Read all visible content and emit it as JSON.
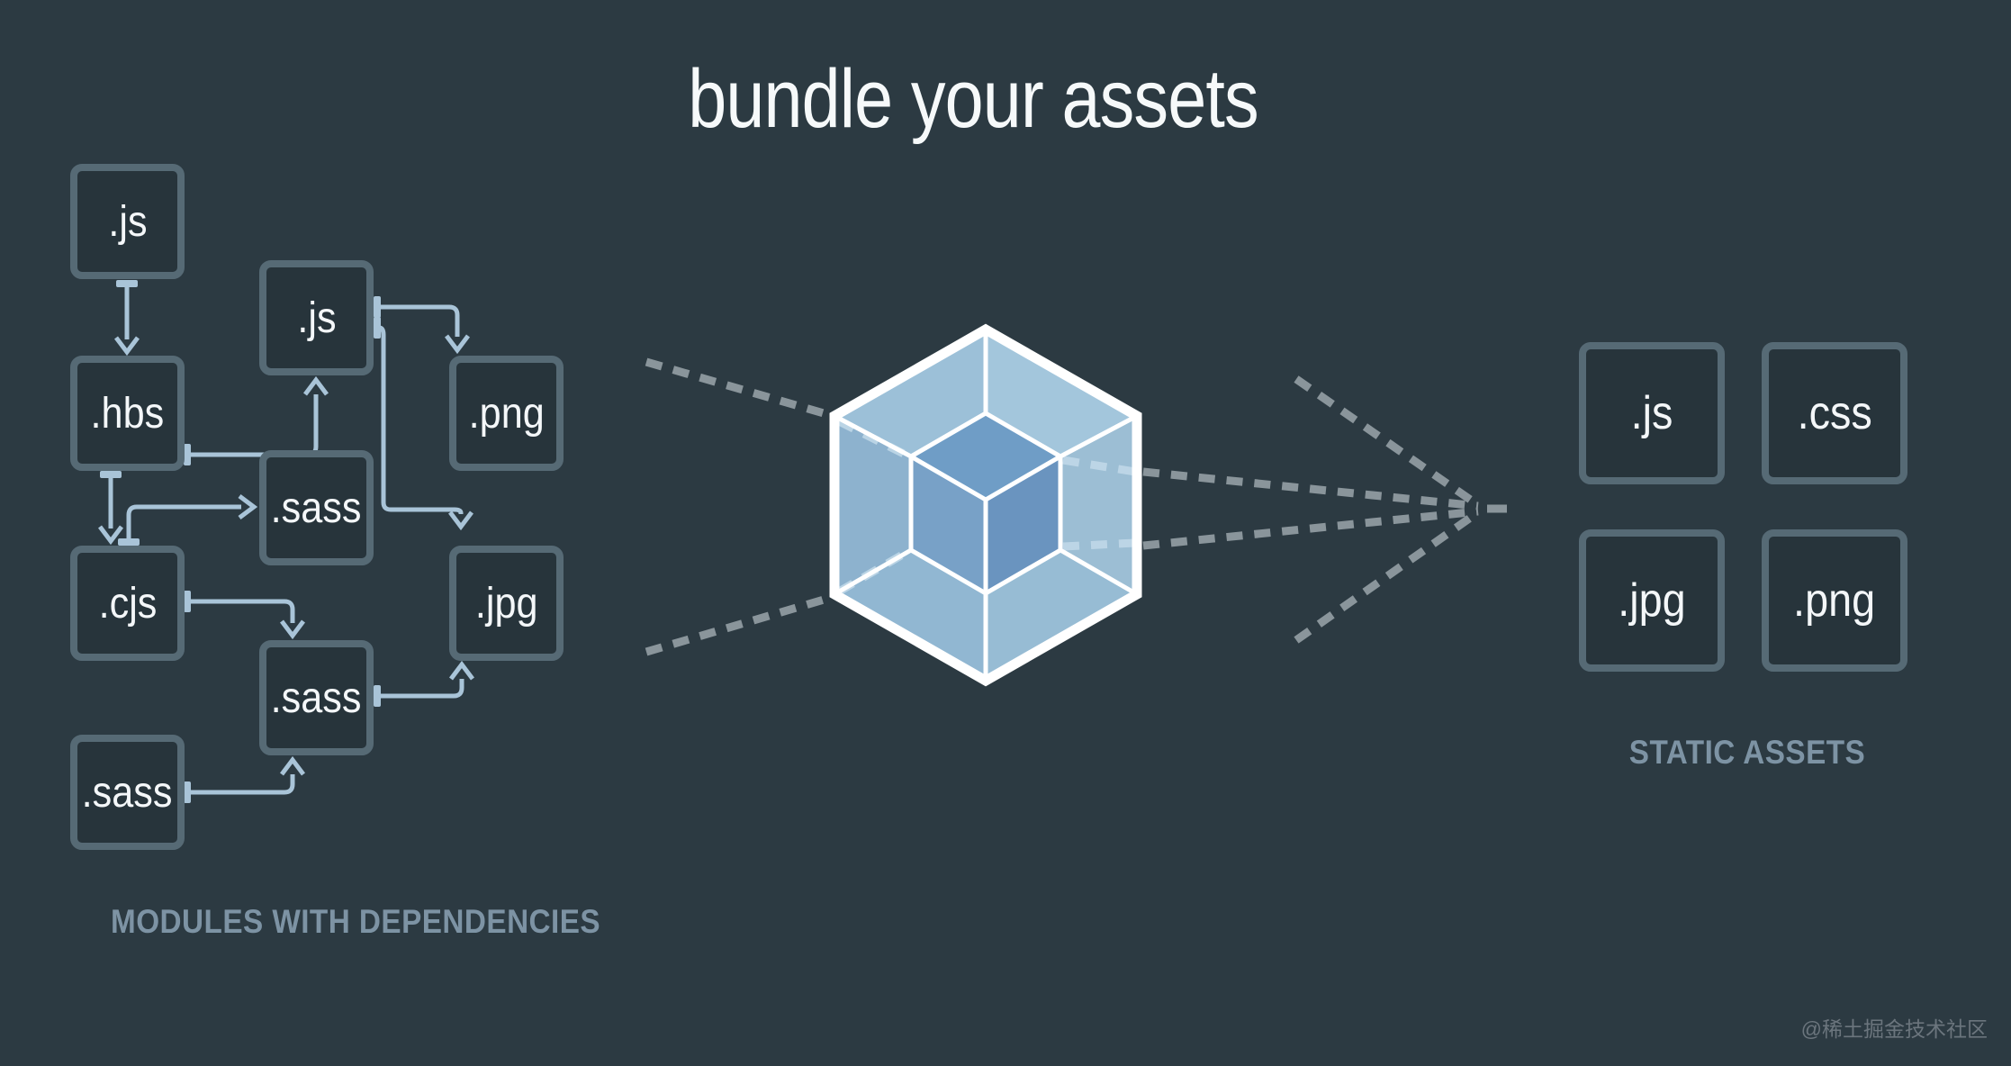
{
  "title": "bundle your assets",
  "left_panel": {
    "label": "MODULES WITH DEPENDENCIES",
    "boxes": [
      {
        "id": "js-1",
        "label": ".js"
      },
      {
        "id": "js-2",
        "label": ".js"
      },
      {
        "id": "hbs",
        "label": ".hbs"
      },
      {
        "id": "png",
        "label": ".png"
      },
      {
        "id": "sass-1",
        "label": ".sass"
      },
      {
        "id": "cjs",
        "label": ".cjs"
      },
      {
        "id": "jpg",
        "label": ".jpg"
      },
      {
        "id": "sass-2",
        "label": ".sass"
      },
      {
        "id": "sass-3",
        "label": ".sass"
      }
    ],
    "connections": [
      "js-1 -> hbs",
      "hbs -> js-2",
      "js-2 -> png",
      "js-2 -> jpg",
      "hbs -> cjs",
      "cjs -> sass-1",
      "cjs -> sass-2",
      "sass-2 -> jpg",
      "sass-3 -> sass-2"
    ]
  },
  "center": {
    "logo": "webpack-cube",
    "flow": "dashed lines enter cube from left, exit right converging into arrow"
  },
  "right_panel": {
    "label": "STATIC ASSETS",
    "boxes": [
      {
        "id": "out-js",
        "label": ".js"
      },
      {
        "id": "out-css",
        "label": ".css"
      },
      {
        "id": "out-jpg",
        "label": ".jpg"
      },
      {
        "id": "out-png",
        "label": ".png"
      }
    ]
  },
  "watermark": "@稀土掘金技术社区",
  "colors": {
    "background": "#2c3a42",
    "title_text": "#f6f9fa",
    "box_border": "#566a75",
    "box_text": "#f4f7f9",
    "arrow": "#a9c4d8",
    "section_label": "#7d93a4",
    "dash_gray": "#8a959b",
    "dash_light": "#c2d9e9",
    "cube_outer_face": "#9cc0d8",
    "cube_inner_top": "#6f9dc6",
    "cube_inner_left": "#78a1c7",
    "cube_inner_right": "#6a94bf",
    "cube_edge": "#ffffff",
    "watermark_text": "#6b757d"
  }
}
